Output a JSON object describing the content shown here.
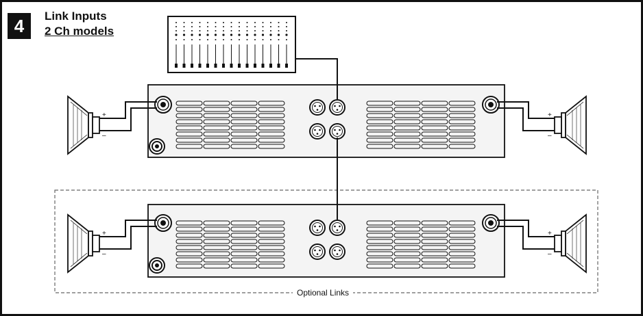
{
  "step": {
    "number": "4"
  },
  "title": {
    "line1": "Link Inputs",
    "line2": "2 Ch models"
  },
  "optional_group": {
    "label": "Optional Links"
  },
  "polarity": {
    "plus": "+",
    "minus": "–"
  },
  "colors": {
    "ink": "#111111",
    "panel_fill": "#f4f4f4",
    "dashed_box": "#666666"
  },
  "icons": {
    "mixer": "mixer-console-icon",
    "amplifier": "amplifier-rear-panel-icon",
    "speaker": "loudspeaker-icon",
    "xlr": "xlr-connector-icon",
    "speakon": "speakon-connector-icon"
  }
}
